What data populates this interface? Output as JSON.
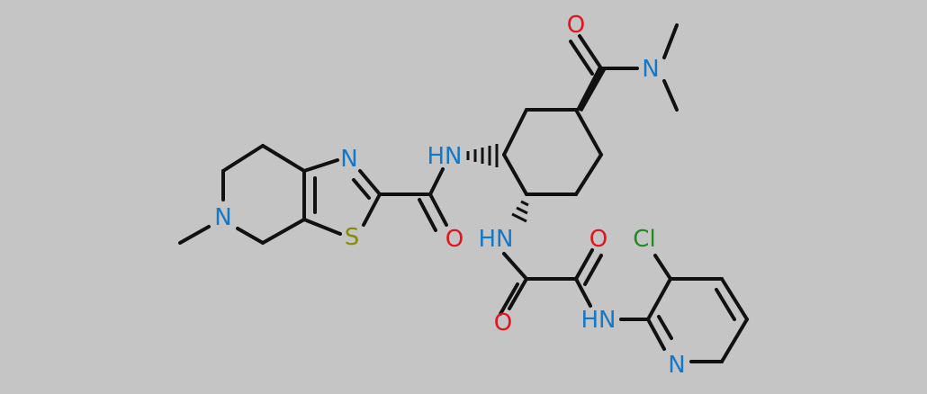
{
  "colors": {
    "background": "#c6c5c6",
    "bond": "#111111",
    "nitrogen": "#1478c8",
    "oxygen": "#e0161b",
    "sulfur": "#8a8a00",
    "chlorine": "#1e8c1e"
  },
  "atoms": {
    "n_ring": "N",
    "n_thiazole": "N",
    "s_thiazole": "S",
    "o_amide1": "O",
    "nh_amide1": "HN",
    "o_carbonyl_top": "O",
    "n_dimethyl": "N",
    "nh_oxamide1": "HN",
    "o_oxamide1": "O",
    "o_oxamide2": "O",
    "nh_oxamide2": "HN",
    "cl": "Cl",
    "n_pyridine": "N"
  }
}
